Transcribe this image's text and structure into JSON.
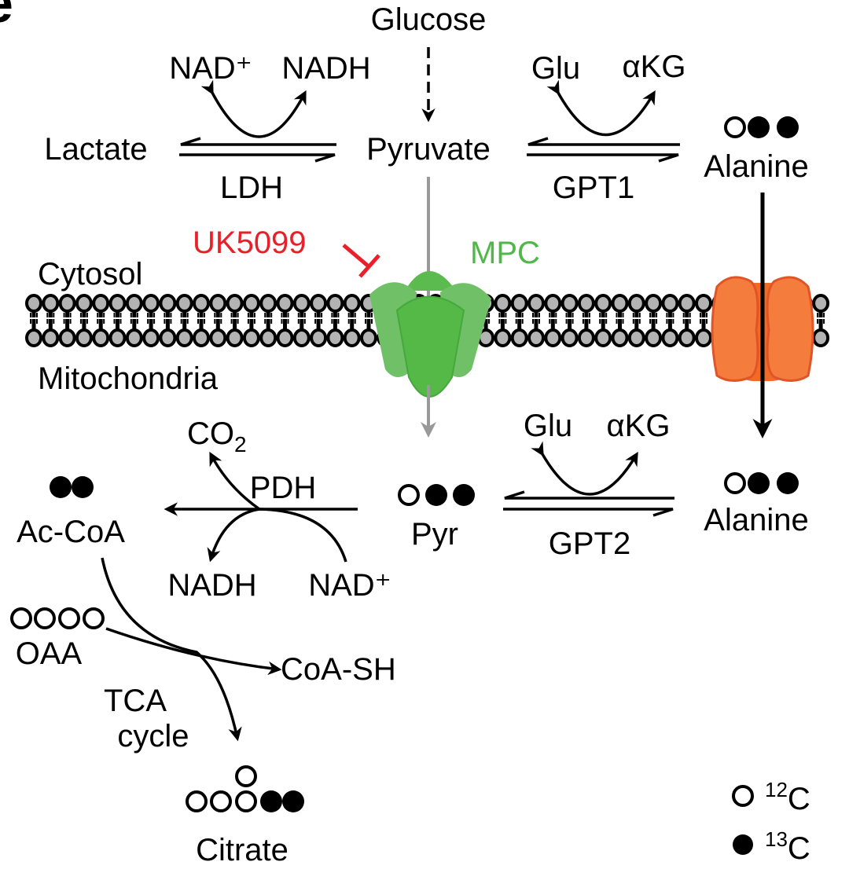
{
  "panel_label": "e",
  "cytosol": {
    "glucose": "Glucose",
    "lactate": "Lactate",
    "pyruvate": "Pyruvate",
    "nad_plus": "NAD⁺",
    "nadh": "NADH",
    "ldh": "LDH",
    "glu": "Glu",
    "akg": "αKG",
    "gpt1": "GPT1",
    "alanine": "Alanine"
  },
  "membrane": {
    "cytosol_label": "Cytosol",
    "mitochondria_label": "Mitochondria",
    "inhibitor": "UK5099",
    "transporter": "MPC",
    "colors": {
      "inhibitor": "#e8202a",
      "mpc": "#4fb848",
      "alanine_transporter": "#f07838",
      "lipid": "#b3b3b3"
    }
  },
  "mitochondria": {
    "co2": "CO",
    "co2_sub": "2",
    "pdh": "PDH",
    "acetyl_coa": "Ac-CoA",
    "pyr": "Pyr",
    "nadh": "NADH",
    "nad_plus": "NAD⁺",
    "glu": "Glu",
    "akg": "αKG",
    "gpt2": "GPT2",
    "alanine": "Alanine",
    "oaa": "OAA",
    "coa_sh": "CoA-SH",
    "tca_line1": "TCA",
    "tca_line2": "cycle",
    "citrate": "Citrate"
  },
  "legend": {
    "c12": "12",
    "c13": "13",
    "c": "C"
  }
}
